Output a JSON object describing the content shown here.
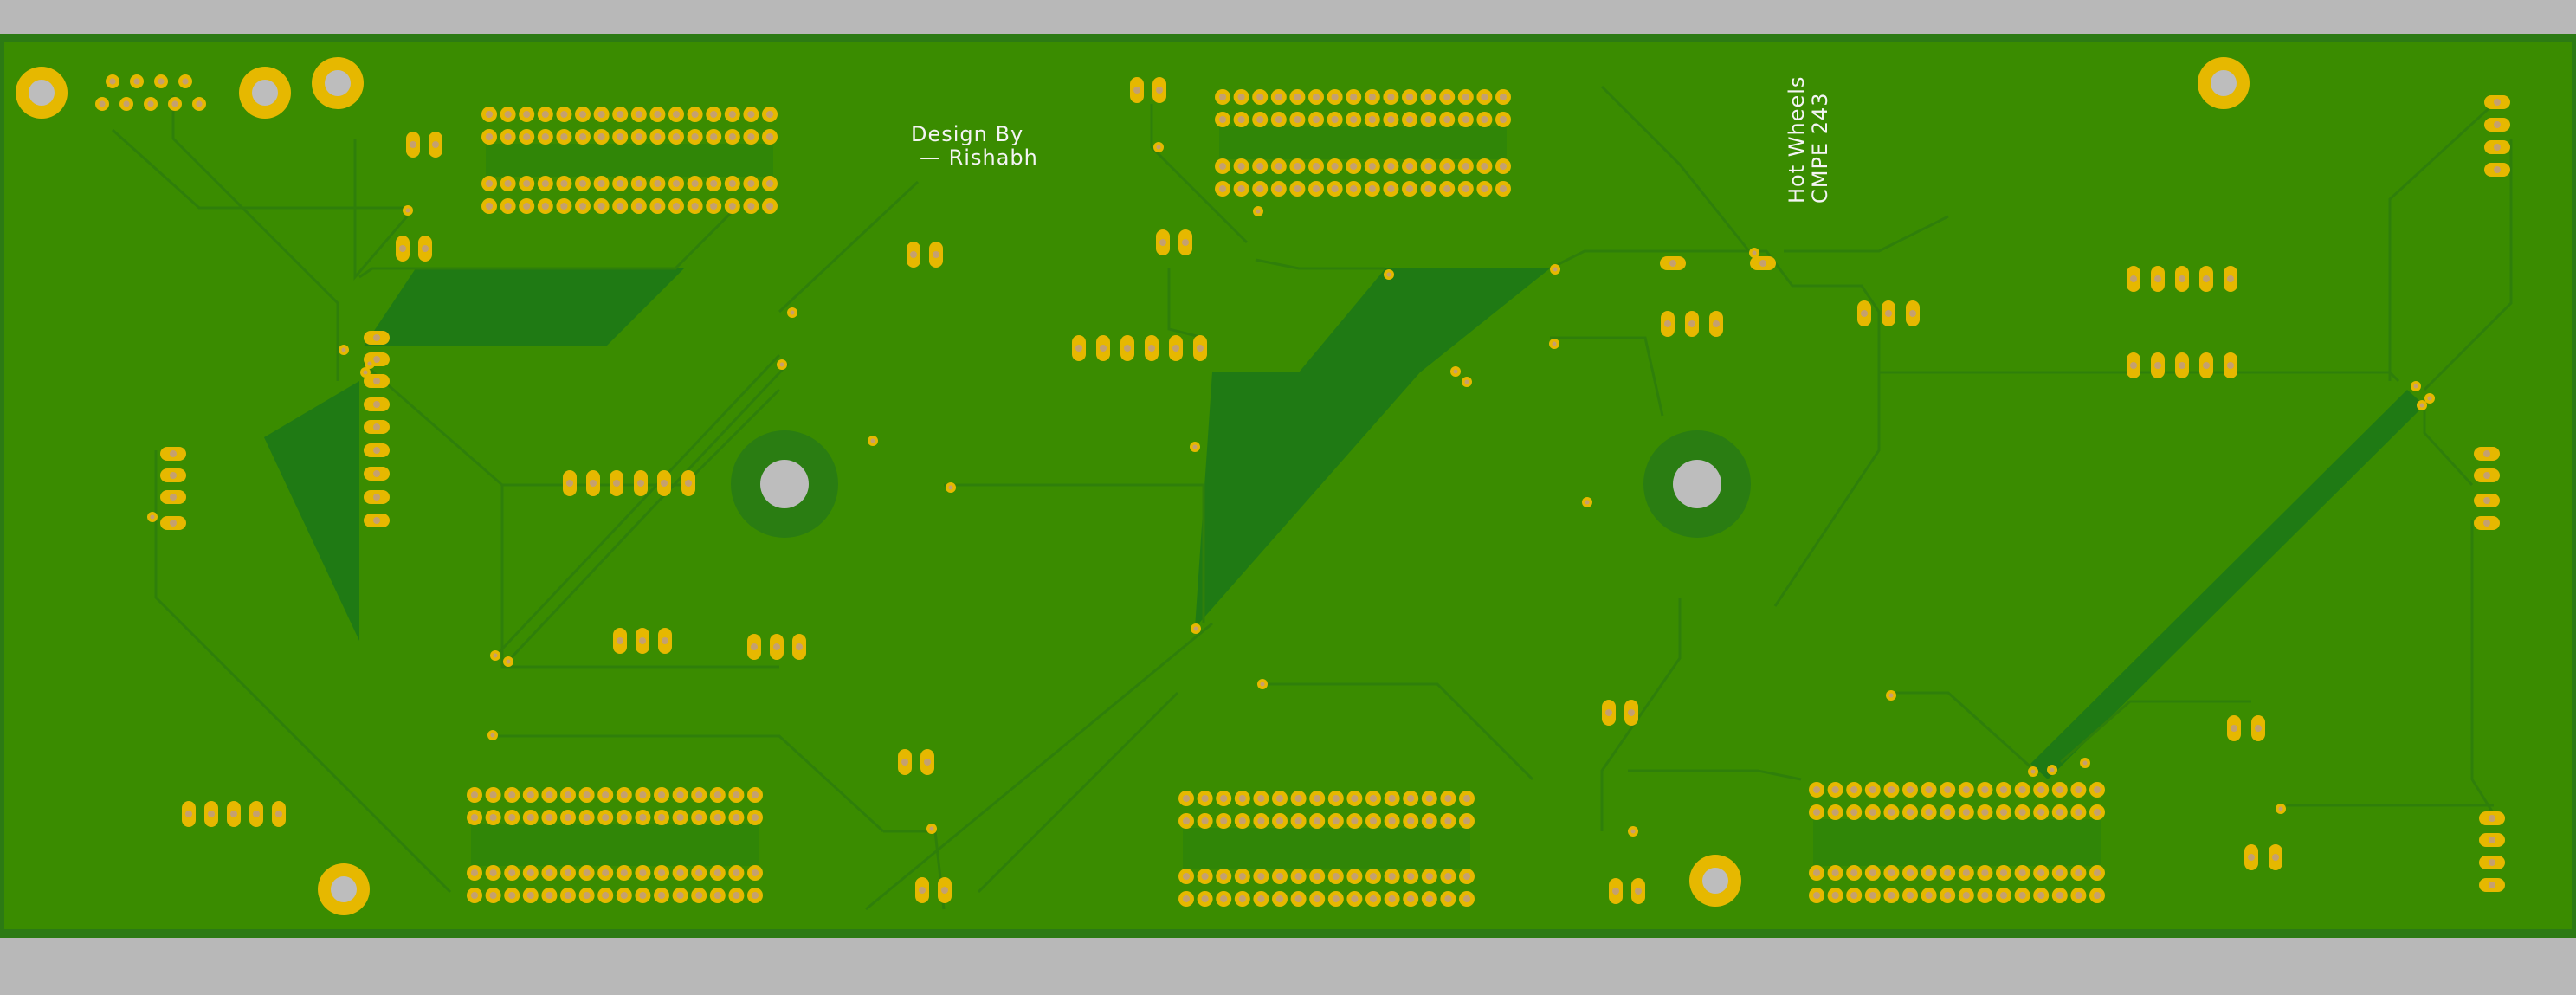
{
  "colors": {
    "background": "#b8b8b8",
    "board": "#3a8c00",
    "board_edge": "#2c7a14",
    "copper_zone": "#1f7a14",
    "trace": "#2f7f0a",
    "pad_gold": "#e6b800",
    "pad_inner": "#c4a070",
    "silkscreen": "#f4f4f4",
    "mount_hole": "#bdbdbd",
    "keepout_ring": "#2a7d12"
  },
  "silkscreen": {
    "design_by": "Design By",
    "author": "— Rishabh",
    "project_name": "Hot Wheels",
    "course_code": "CMPE 243"
  }
}
